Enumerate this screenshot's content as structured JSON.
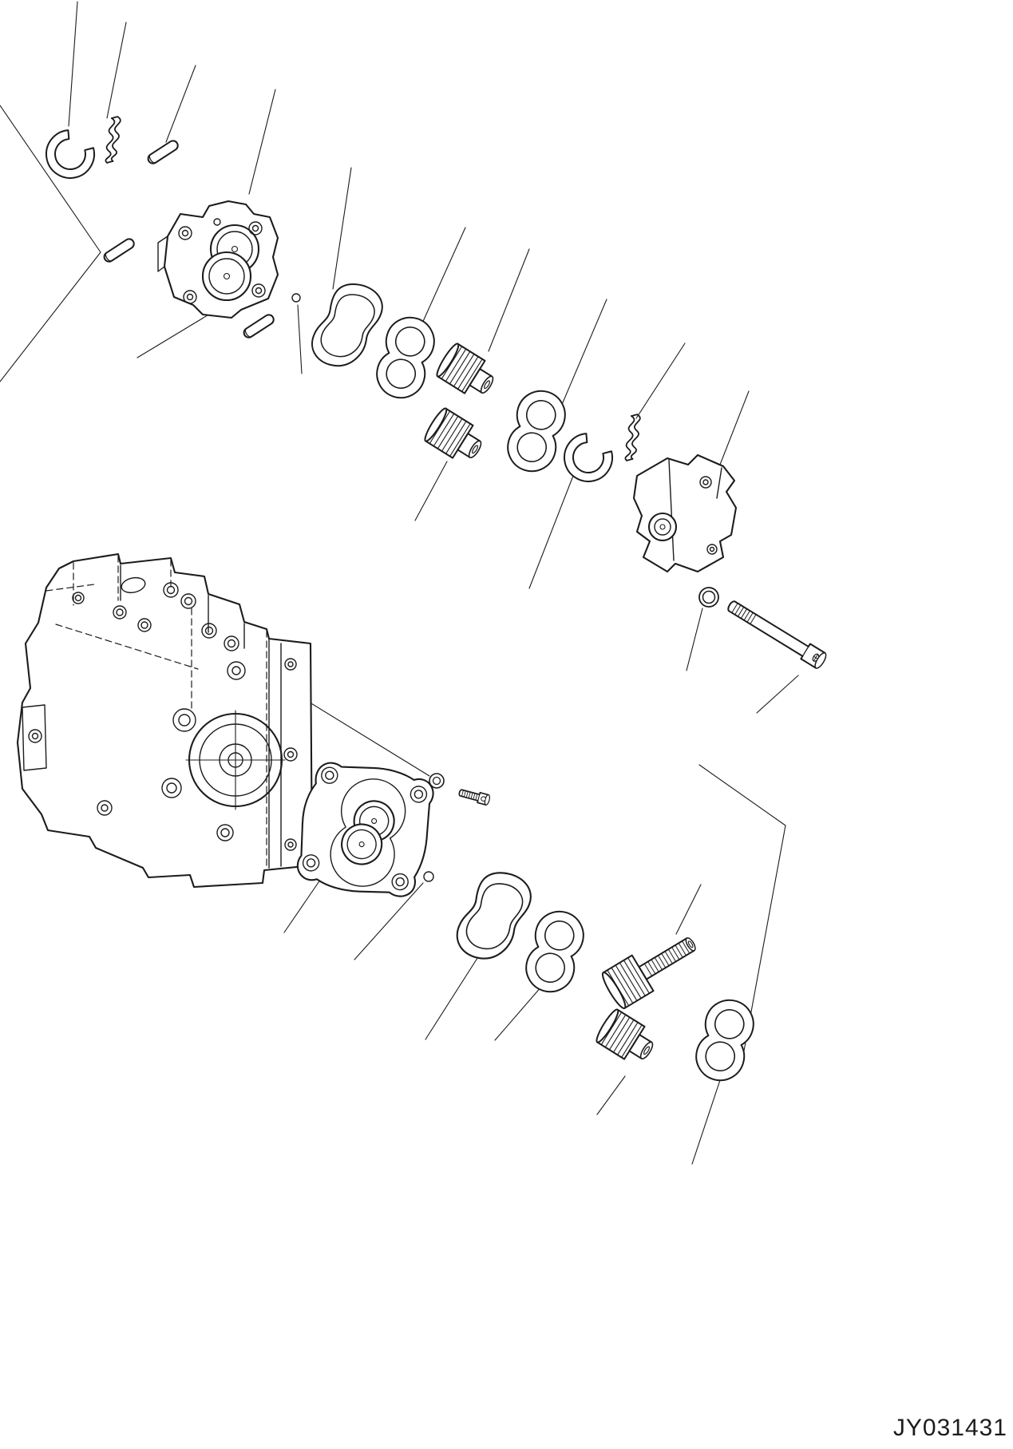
{
  "page": {
    "background_color": "#ffffff",
    "line_color": "#1c1c1c"
  },
  "drawing": {
    "number": "JY031431"
  },
  "parts": [
    {
      "name": "snap-ring-front"
    },
    {
      "name": "wave-washer-front"
    },
    {
      "name": "dowel-pin-1"
    },
    {
      "name": "dowel-pin-2"
    },
    {
      "name": "dowel-pin-3"
    },
    {
      "name": "front-cover"
    },
    {
      "name": "check-ball-front"
    },
    {
      "name": "gasket-front"
    },
    {
      "name": "seal-plate-1"
    },
    {
      "name": "idler-gear-upper"
    },
    {
      "name": "drive-gear-upper"
    },
    {
      "name": "seal-plate-2"
    },
    {
      "name": "snap-ring-rear"
    },
    {
      "name": "wave-washer-rear"
    },
    {
      "name": "rear-cover"
    },
    {
      "name": "o-ring"
    },
    {
      "name": "socket-bolt-long"
    },
    {
      "name": "pump-body"
    },
    {
      "name": "plain-washer"
    },
    {
      "name": "socket-bolt-short"
    },
    {
      "name": "mounting-flange"
    },
    {
      "name": "check-ball-lower"
    },
    {
      "name": "gasket-lower"
    },
    {
      "name": "seal-plate-3"
    },
    {
      "name": "drive-gear-shaft"
    },
    {
      "name": "idler-gear-lower"
    },
    {
      "name": "seal-plate-4"
    }
  ]
}
